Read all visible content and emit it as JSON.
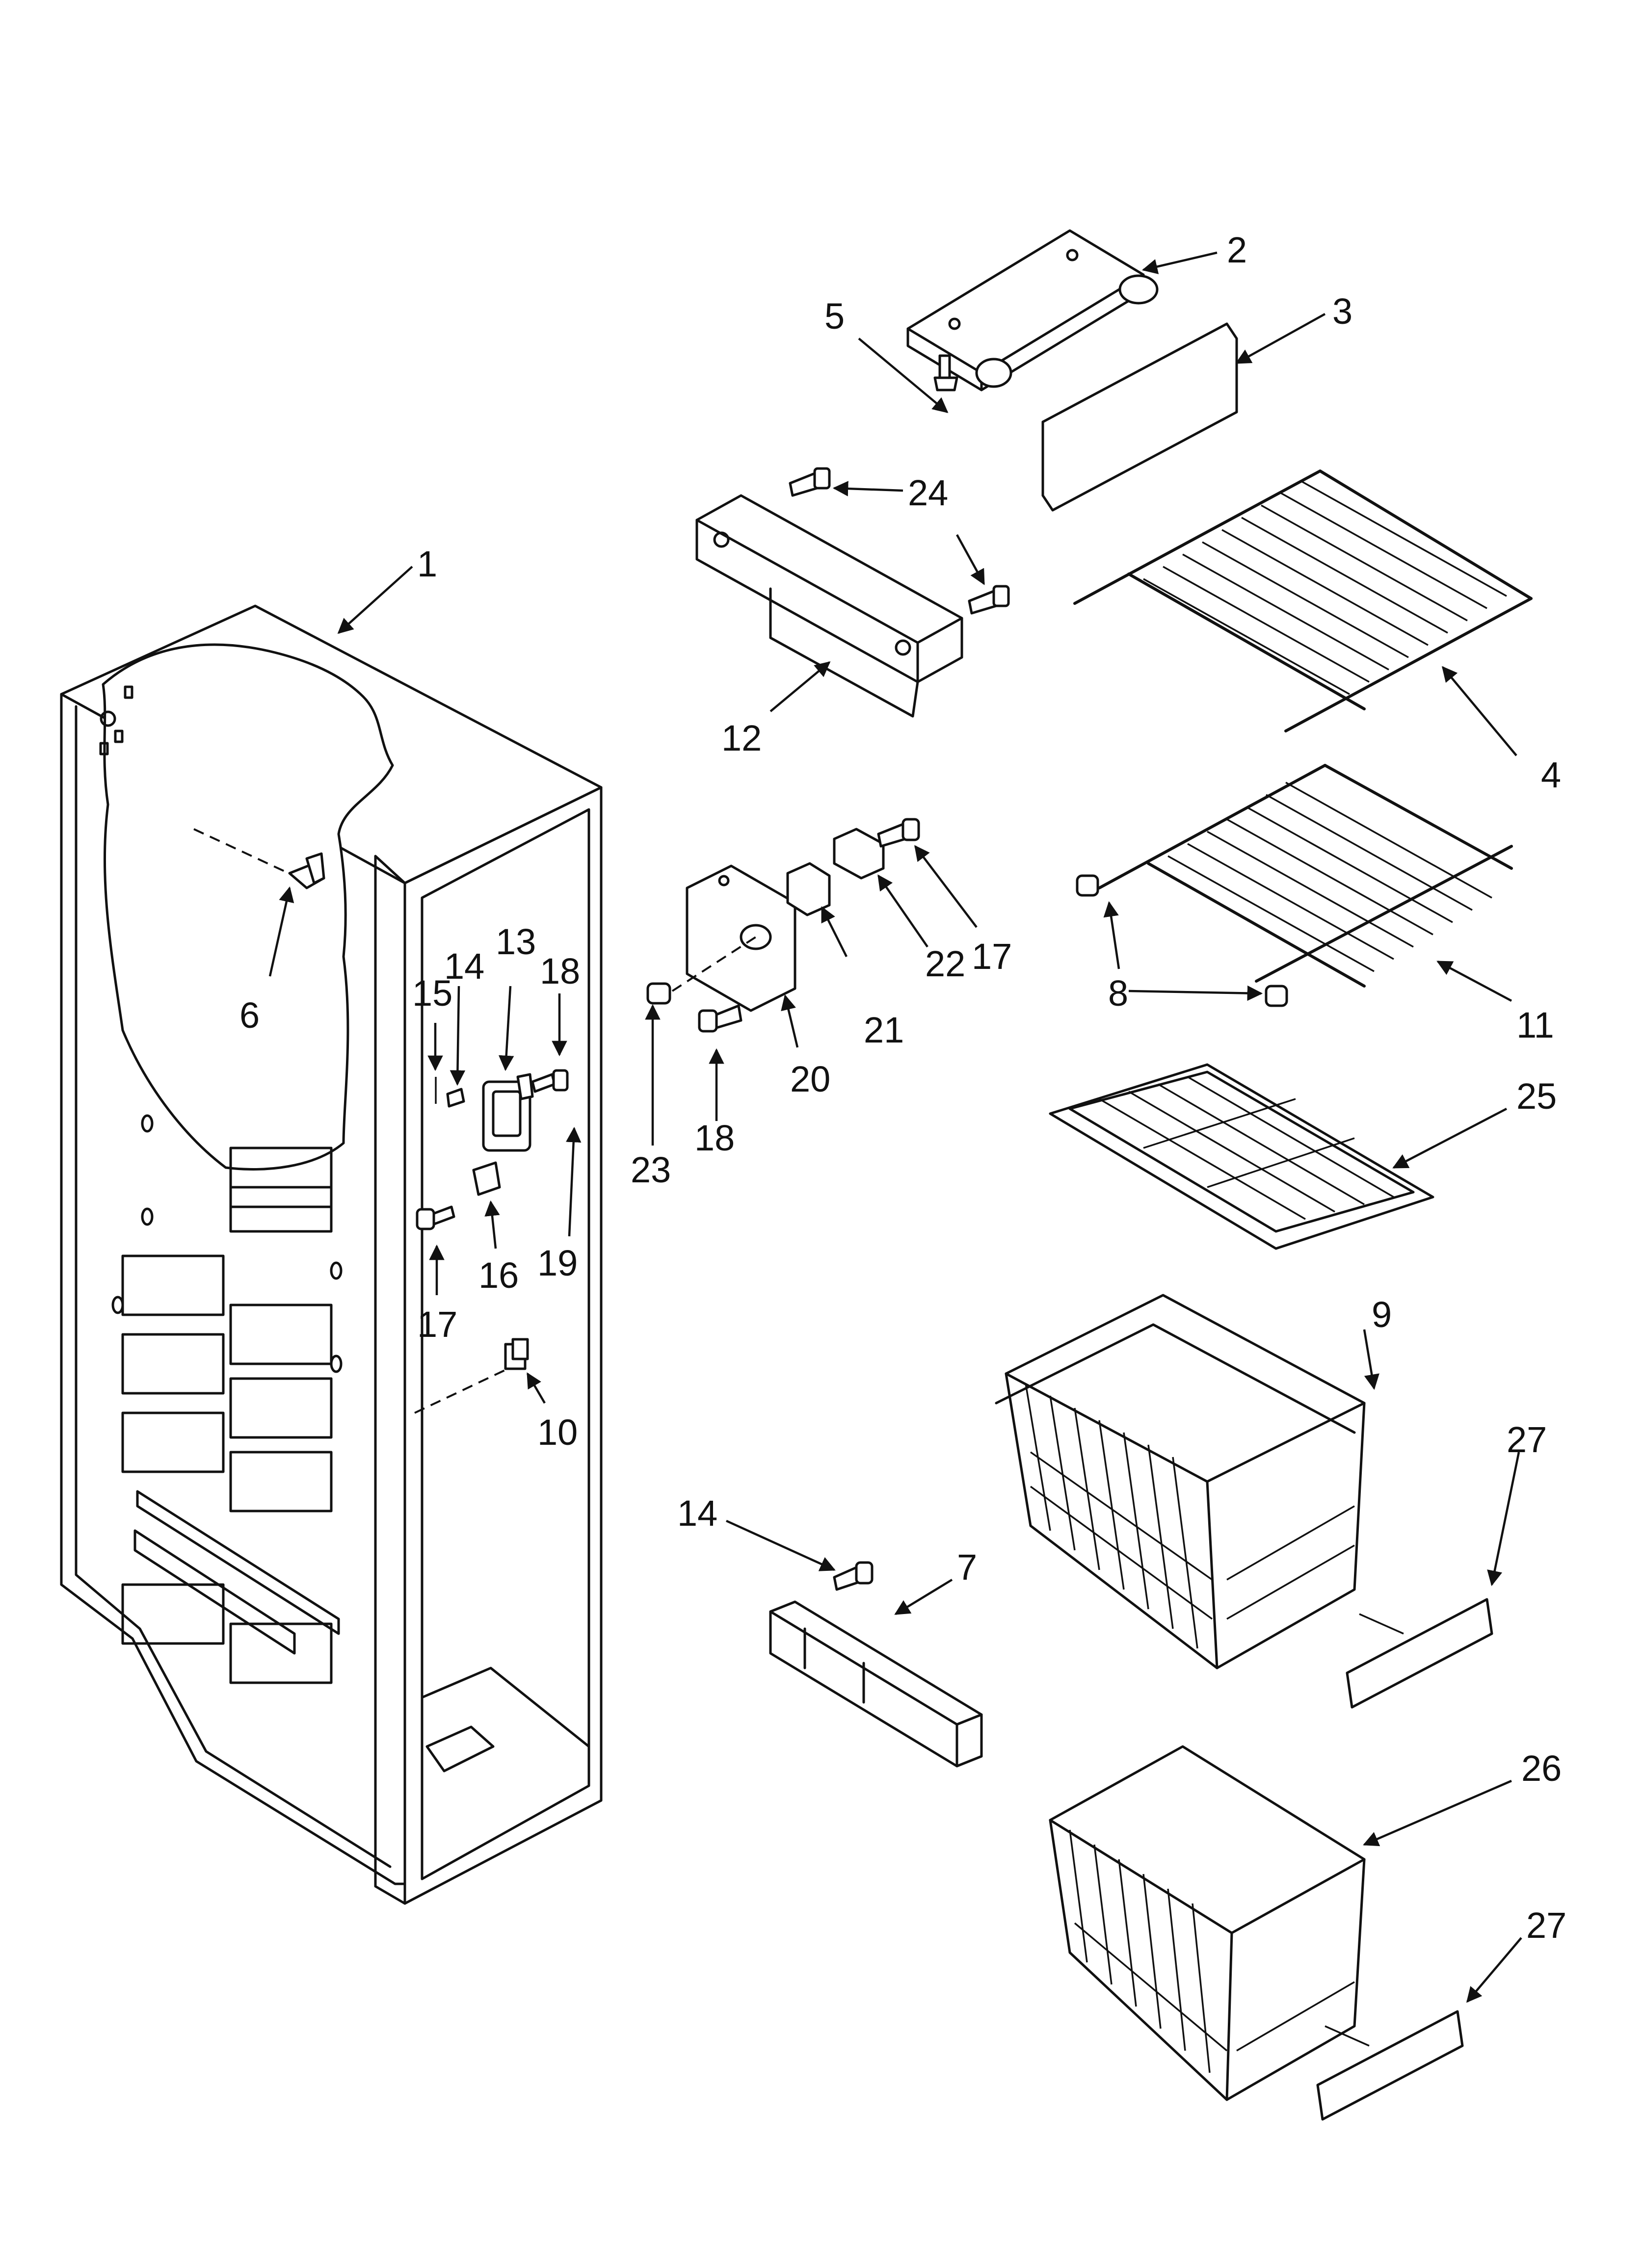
{
  "callouts": [
    {
      "id": "1",
      "label": "1"
    },
    {
      "id": "2",
      "label": "2"
    },
    {
      "id": "3",
      "label": "3"
    },
    {
      "id": "4",
      "label": "4"
    },
    {
      "id": "5",
      "label": "5"
    },
    {
      "id": "6",
      "label": "6"
    },
    {
      "id": "7",
      "label": "7"
    },
    {
      "id": "8",
      "label": "8"
    },
    {
      "id": "9",
      "label": "9"
    },
    {
      "id": "10",
      "label": "10"
    },
    {
      "id": "11",
      "label": "11"
    },
    {
      "id": "12",
      "label": "12"
    },
    {
      "id": "13",
      "label": "13"
    },
    {
      "id": "14a",
      "label": "14"
    },
    {
      "id": "14b",
      "label": "14"
    },
    {
      "id": "15",
      "label": "15"
    },
    {
      "id": "16",
      "label": "16"
    },
    {
      "id": "17a",
      "label": "17"
    },
    {
      "id": "17b",
      "label": "17"
    },
    {
      "id": "18a",
      "label": "18"
    },
    {
      "id": "18b",
      "label": "18"
    },
    {
      "id": "19",
      "label": "19"
    },
    {
      "id": "20",
      "label": "20"
    },
    {
      "id": "21",
      "label": "21"
    },
    {
      "id": "22",
      "label": "22"
    },
    {
      "id": "23",
      "label": "23"
    },
    {
      "id": "24",
      "label": "24"
    },
    {
      "id": "25",
      "label": "25"
    },
    {
      "id": "26",
      "label": "26"
    },
    {
      "id": "27a",
      "label": "27"
    },
    {
      "id": "27b",
      "label": "27"
    }
  ]
}
